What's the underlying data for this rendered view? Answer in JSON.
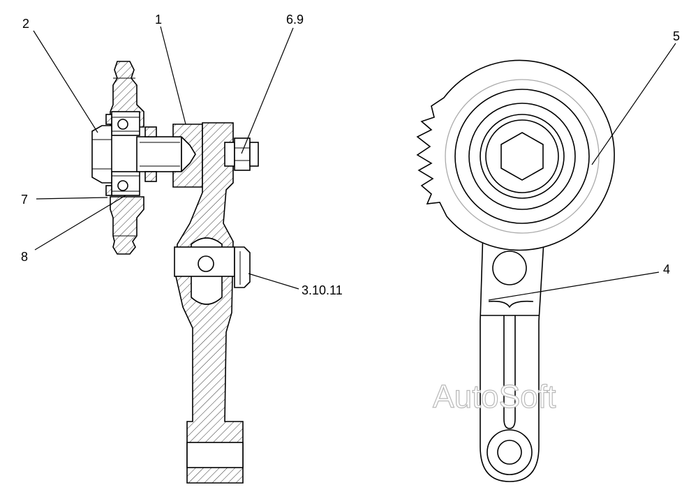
{
  "callouts": {
    "c1": "1",
    "c2": "2",
    "c4": "4",
    "c5": "5",
    "c69": "6.9",
    "c7": "7",
    "c8": "8",
    "c31011": "3.10.11"
  },
  "watermark": "AutoSoft",
  "colors": {
    "line": "#000000",
    "background": "#ffffff",
    "watermark_outline": "#b8b8b8",
    "hidden_circle": "#aaaaaa"
  }
}
